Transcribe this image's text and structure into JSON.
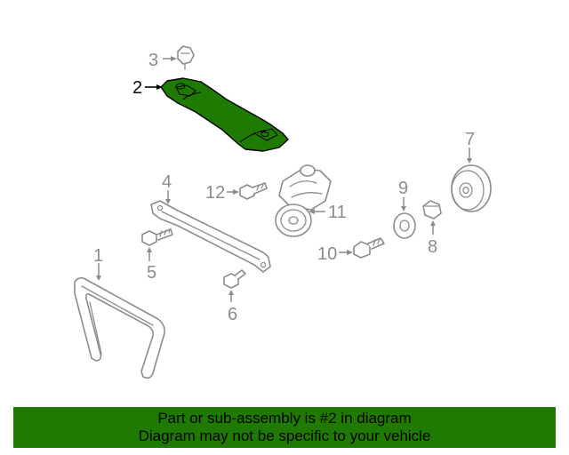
{
  "diagram": {
    "highlight_color": "#1e7a00",
    "callouts": [
      {
        "id": "1",
        "label": "1"
      },
      {
        "id": "2",
        "label": "2",
        "highlighted": true
      },
      {
        "id": "3",
        "label": "3"
      },
      {
        "id": "4",
        "label": "4"
      },
      {
        "id": "5",
        "label": "5"
      },
      {
        "id": "6",
        "label": "6"
      },
      {
        "id": "7",
        "label": "7"
      },
      {
        "id": "8",
        "label": "8"
      },
      {
        "id": "9",
        "label": "9"
      },
      {
        "id": "10",
        "label": "10"
      },
      {
        "id": "11",
        "label": "11"
      },
      {
        "id": "12",
        "label": "12"
      }
    ]
  },
  "footer": {
    "line1": "Part or sub-assembly is #2 in diagram",
    "line2": "Diagram may not be specific to your vehicle",
    "background": "#1e7a00"
  }
}
